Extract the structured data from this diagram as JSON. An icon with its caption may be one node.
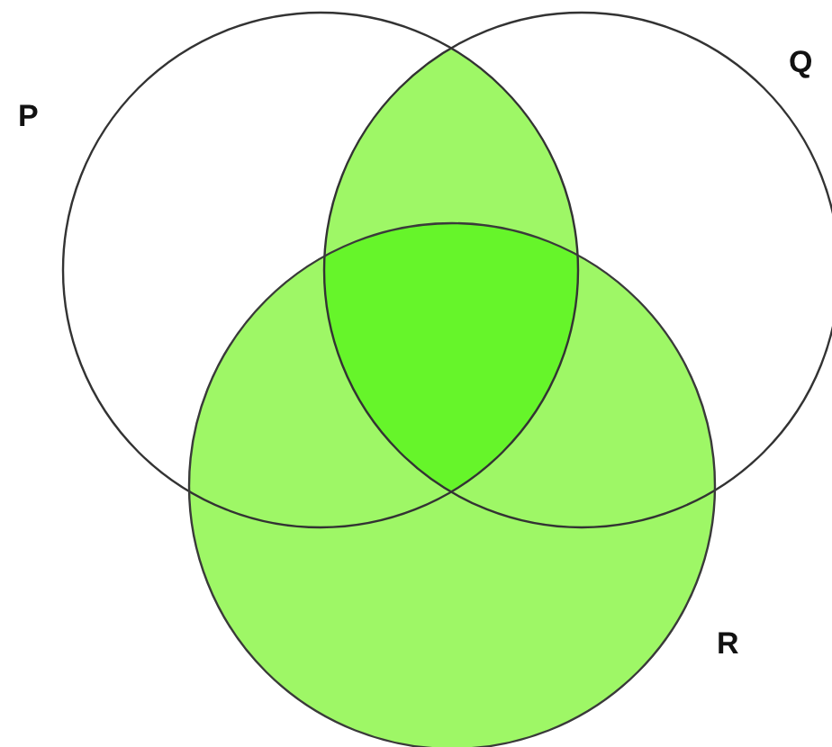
{
  "diagram": {
    "nodes": [
      {
        "text": [
          "P"
        ]
      },
      {
        "text": [
          "Q"
        ]
      },
      {
        "text": [
          "R"
        ]
      }
    ]
  }
}
